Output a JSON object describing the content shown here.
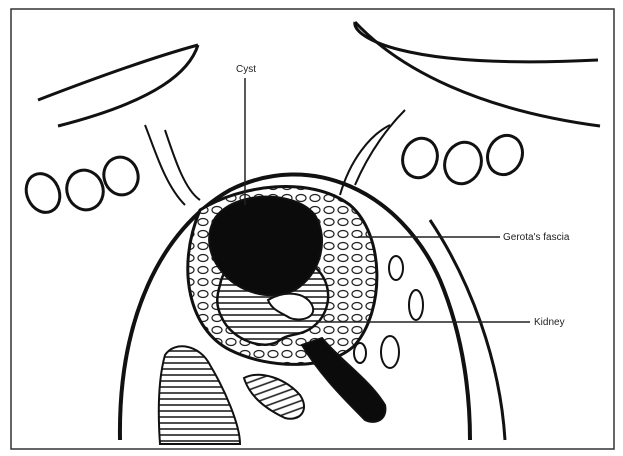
{
  "figure": {
    "labels": {
      "cyst": "Cyst",
      "gerotas_fascia": "Gerota's fascia",
      "kidney": "Kidney"
    },
    "colors": {
      "ink": "#111111",
      "fill_dark": "#0b0b0b",
      "hatch": "#222222",
      "paper": "#ffffff"
    }
  }
}
